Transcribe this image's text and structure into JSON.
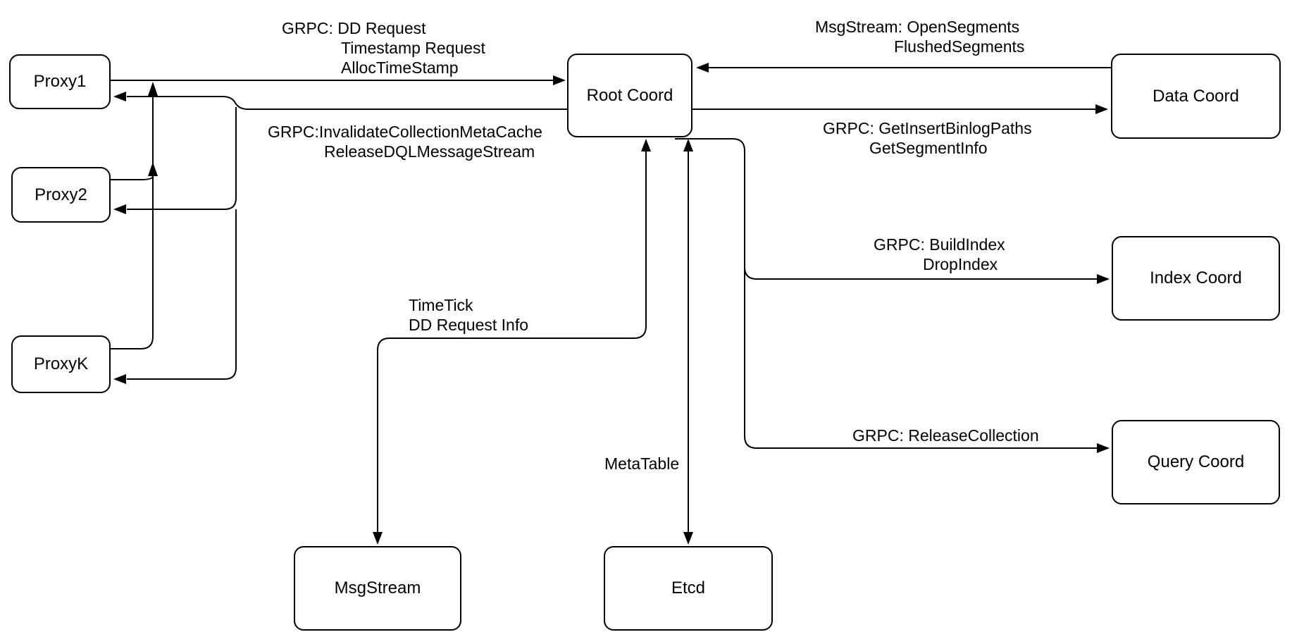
{
  "diagram": {
    "background": "#ffffff",
    "stroke_color": "#000000",
    "nodes": {
      "proxy1": {
        "label": "Proxy1"
      },
      "proxy2": {
        "label": "Proxy2"
      },
      "proxyk": {
        "label": "ProxyK"
      },
      "root_coord": {
        "label": "Root Coord"
      },
      "data_coord": {
        "label": "Data Coord"
      },
      "index_coord": {
        "label": "Index Coord"
      },
      "query_coord": {
        "label": "Query Coord"
      },
      "msg_stream": {
        "label": "MsgStream"
      },
      "etcd": {
        "label": "Etcd"
      }
    },
    "edge_labels": {
      "proxy_to_root": {
        "line1": "GRPC: DD Request",
        "line2": "Timestamp Request",
        "line3": "AllocTimeStamp"
      },
      "root_to_proxy": {
        "line1": "GRPC:InvalidateCollectionMetaCache",
        "line2": "ReleaseDQLMessageStream"
      },
      "data_to_root": {
        "line1": "MsgStream: OpenSegments",
        "line2": "FlushedSegments"
      },
      "root_to_data": {
        "line1": "GRPC: GetInsertBinlogPaths",
        "line2": "GetSegmentInfo"
      },
      "root_to_index": {
        "line1": "GRPC: BuildIndex",
        "line2": "DropIndex"
      },
      "root_to_query": {
        "line1": "GRPC: ReleaseCollection"
      },
      "root_to_msgstream": {
        "line1": "TimeTick",
        "line2": "DD Request Info"
      },
      "root_to_etcd": {
        "line1": "MetaTable"
      }
    }
  }
}
